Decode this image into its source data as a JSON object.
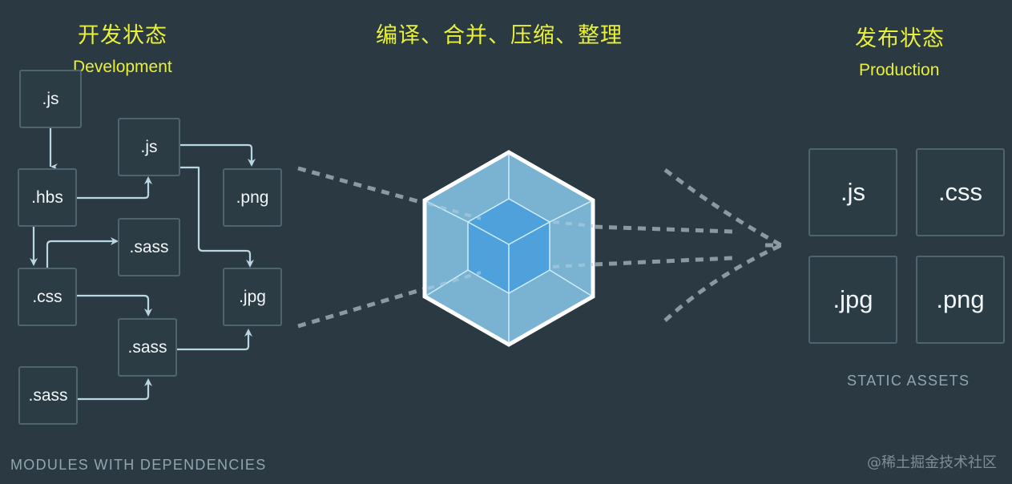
{
  "development": {
    "title_cn": "开发状态",
    "title_en": "Development",
    "caption": "MODULES WITH DEPENDENCIES",
    "modules": [
      {
        "id": "js1",
        "label": ".js"
      },
      {
        "id": "js2",
        "label": ".js"
      },
      {
        "id": "hbs",
        "label": ".hbs"
      },
      {
        "id": "png",
        "label": ".png"
      },
      {
        "id": "sass1",
        "label": ".sass"
      },
      {
        "id": "css",
        "label": ".css"
      },
      {
        "id": "jpg",
        "label": ".jpg"
      },
      {
        "id": "sass2",
        "label": ".sass"
      },
      {
        "id": "sass3",
        "label": ".sass"
      }
    ],
    "dependencies": [
      {
        "from": "js1",
        "to": "hbs"
      },
      {
        "from": "hbs",
        "to": "js2"
      },
      {
        "from": "js2",
        "to": "png"
      },
      {
        "from": "js2",
        "to": "jpg"
      },
      {
        "from": "hbs",
        "to": "css"
      },
      {
        "from": "css",
        "to": "sass1"
      },
      {
        "from": "css",
        "to": "sass2"
      },
      {
        "from": "sass2",
        "to": "jpg"
      },
      {
        "from": "sass3",
        "to": "sass2"
      }
    ]
  },
  "process": {
    "title_cn": "编译、合并、压缩、整理",
    "icon": "webpack-cube-icon"
  },
  "production": {
    "title_cn": "发布状态",
    "title_en": "Production",
    "caption": "STATIC ASSETS",
    "assets": [
      {
        "label": ".js"
      },
      {
        "label": ".css"
      },
      {
        "label": ".jpg"
      },
      {
        "label": ".png"
      }
    ]
  },
  "colors": {
    "background": "#2b3a42",
    "title": "#e8f03a",
    "box_border": "#4e6470",
    "arrow": "#b9d7e3",
    "dash": "#8a9aa2",
    "cube_outer": "#7ab2d2",
    "cube_inner": "#4fa1db"
  },
  "watermark": "@稀土掘金技术社区"
}
